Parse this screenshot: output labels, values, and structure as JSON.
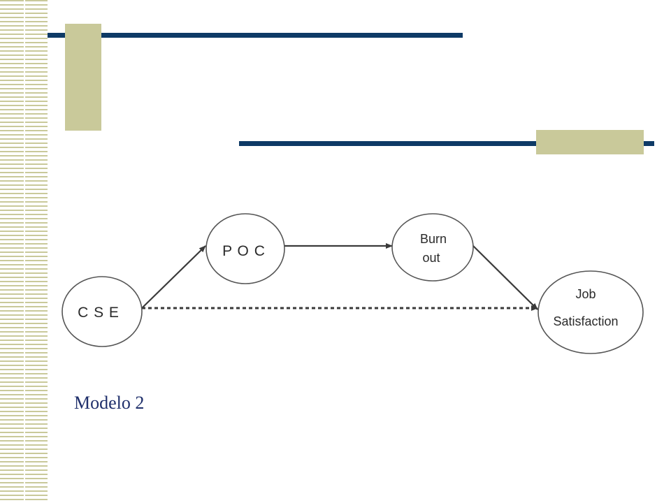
{
  "nodes": {
    "cse": {
      "label": "C S E"
    },
    "poc": {
      "label": "P O C"
    },
    "burnout": {
      "line1": "Burn",
      "line2": "out"
    },
    "job_satisfaction": {
      "line1": "Job",
      "line2": "Satisfaction"
    }
  },
  "caption": "Modelo 2",
  "colors": {
    "navy": "#0e3a66",
    "tan": "#c9c99a",
    "caption": "#1f2f6b"
  }
}
